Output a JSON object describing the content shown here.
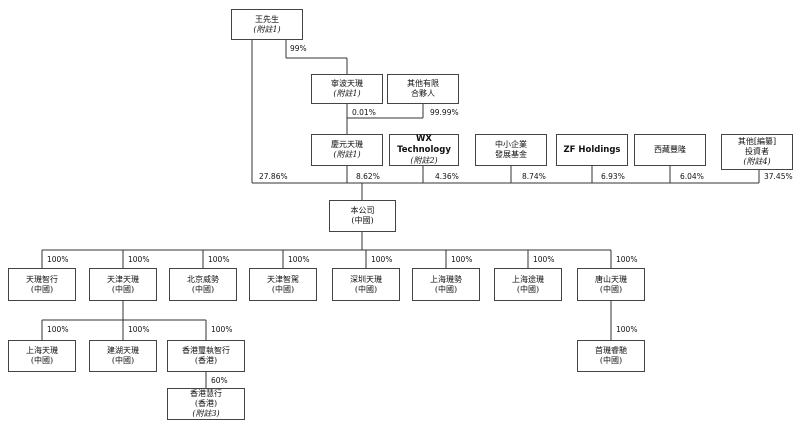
{
  "nodes": {
    "wang": {
      "l1": "王先生",
      "l2": "(附註1)"
    },
    "ningbo": {
      "l1": "寧波天璣",
      "l2": "(附註1)"
    },
    "other_lp": {
      "l1": "其他有限",
      "l2": "合夥人"
    },
    "qingyuan": {
      "l1": "慶元天璣",
      "l2": "(附註1)"
    },
    "wx": {
      "l1": "WX Technology",
      "l2": "(附註2)"
    },
    "sme_fund": {
      "l1": "中小企業",
      "l2": "發展基金"
    },
    "zf": {
      "l1": "ZF Holdings",
      "l2": ""
    },
    "xizang": {
      "l1": "西藏豐隆",
      "l2": ""
    },
    "other_inv": {
      "l1": "其他[編纂]",
      "l2": "投資者",
      "l3": "(附註4)"
    },
    "company": {
      "l1": "本公司",
      "l2": "(中國)"
    },
    "c1": {
      "l1": "天璣智行",
      "l2": "(中國)"
    },
    "c2": {
      "l1": "天津天璣",
      "l2": "(中國)"
    },
    "c3": {
      "l1": "北京威勢",
      "l2": "(中國)"
    },
    "c4": {
      "l1": "天津智駕",
      "l2": "(中國)"
    },
    "c5": {
      "l1": "深圳天璣",
      "l2": "(中國)"
    },
    "c6": {
      "l1": "上海璣勢",
      "l2": "(中國)"
    },
    "c7": {
      "l1": "上海途璣",
      "l2": "(中國)"
    },
    "c8": {
      "l1": "唐山天璣",
      "l2": "(中國)"
    },
    "g1": {
      "l1": "上海天璣",
      "l2": "(中國)"
    },
    "g2": {
      "l1": "建湖天璣",
      "l2": "(中國)"
    },
    "g3": {
      "l1": "香港璽執智行",
      "l2": "(香港)"
    },
    "g4": {
      "l1": "首璣睿馳",
      "l2": "(中國)"
    },
    "gg1": {
      "l1": "香港慧行",
      "l2": "(香港)",
      "l3": "(附註3)"
    }
  },
  "percentages": {
    "wang_ningbo": "99%",
    "ningbo_qingyuan": "0.01%",
    "otherlp_qingyuan": "99.99%",
    "wang_company": "27.86%",
    "qingyuan_company": "8.62%",
    "wx_company": "4.36%",
    "sme_company": "8.74%",
    "zf_company": "6.93%",
    "xizang_company": "6.04%",
    "otherinv_company": "37.45%",
    "c1": "100%",
    "c2": "100%",
    "c3": "100%",
    "c4": "100%",
    "c5": "100%",
    "c6": "100%",
    "c7": "100%",
    "c8": "100%",
    "g1": "100%",
    "g2": "100%",
    "g3": "100%",
    "g4": "100%",
    "gg1": "60%"
  }
}
